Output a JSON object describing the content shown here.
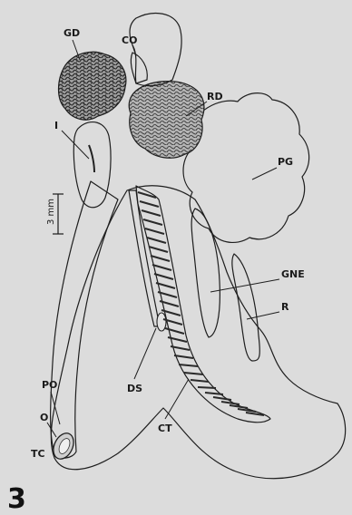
{
  "figure": {
    "number": "3",
    "scale_text": "3 mm",
    "labels": {
      "GD": "GD",
      "CO": "CO",
      "RD": "RD",
      "I": "I",
      "PG": "PG",
      "GNE": "GNE",
      "R": "R",
      "PO": "PO",
      "O": "O",
      "TC": "TC",
      "DS": "DS",
      "CT": "CT"
    }
  }
}
